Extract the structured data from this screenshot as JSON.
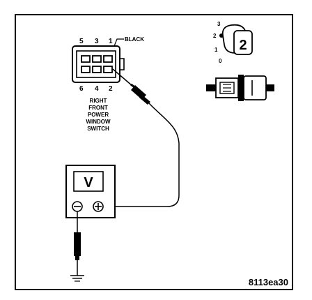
{
  "connector": {
    "pins_top": [
      "5",
      "3",
      "1"
    ],
    "pins_bottom": [
      "6",
      "4",
      "2"
    ],
    "wire_color_label": "BLACK",
    "caption_lines": [
      "RIGHT",
      "FRONT",
      "POWER",
      "WINDOW",
      "SWITCH"
    ]
  },
  "meter": {
    "display": "V",
    "negative_symbol": "⊖",
    "positive_symbol": "⊕"
  },
  "switch_position": {
    "scale": [
      "3",
      "2",
      "1",
      "0"
    ],
    "selected": "2"
  },
  "figure_id": "8113ea30"
}
